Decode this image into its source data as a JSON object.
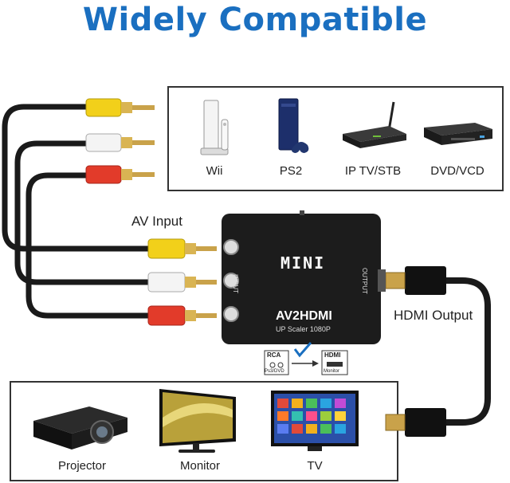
{
  "title": "Widely Compatible",
  "top_devices": [
    {
      "name": "Wii"
    },
    {
      "name": "PS2"
    },
    {
      "name": "IP TV/STB"
    },
    {
      "name": "DVD/VCD"
    }
  ],
  "bottom_devices": [
    {
      "name": "Projector"
    },
    {
      "name": "Monitor"
    },
    {
      "name": "TV"
    }
  ],
  "labels": {
    "av_input": "AV Input",
    "hdmi_output": "HDMI Output"
  },
  "converter": {
    "brand": "MINI",
    "model": "AV2HDMI",
    "subtitle": "UP Scaler 1080P",
    "input_side": "INPUT",
    "output_side": "OUTPUT"
  },
  "flow": {
    "from_label": "RCA",
    "from_sub": "Ps3/DVD",
    "to_label": "HDMI",
    "to_sub": "Monitor"
  },
  "colors": {
    "title": "#1a6fc0",
    "rca_yellow": "#f2d01a",
    "rca_white": "#f2f2f2",
    "rca_red": "#e23b2a",
    "box": "#1c1c1c",
    "gold": "#c9a24a"
  }
}
